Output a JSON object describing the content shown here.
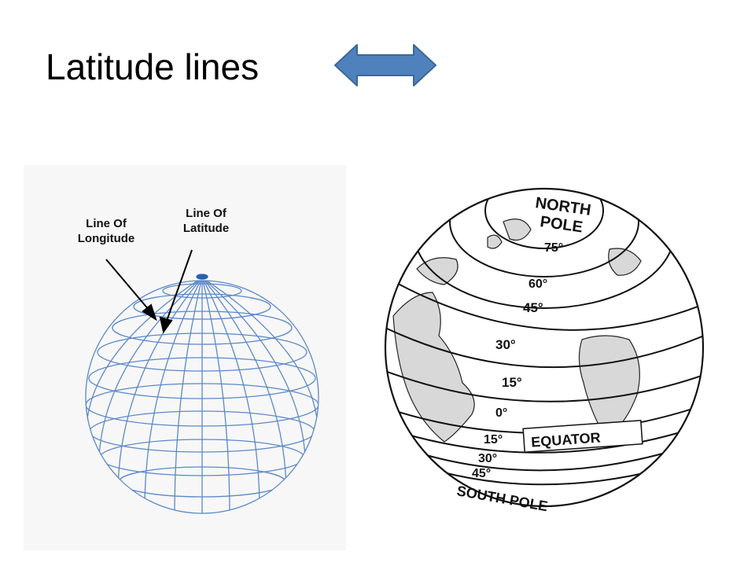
{
  "slide": {
    "title": "Latitude lines"
  },
  "arrow": {
    "icon": "double-headed-arrow-icon",
    "fill": "#4f81bd",
    "stroke": "#3a6796"
  },
  "left_globe": {
    "label_longitude": "Line Of Longitude",
    "label_latitude": "Line Of Latitude",
    "line_color": "#5b88c9"
  },
  "right_globe": {
    "north_pole_line1": "NORTH",
    "north_pole_line2": "POLE",
    "south_pole": "SOUTH POLE",
    "equator": "EQUATOR",
    "degree_labels": {
      "d75": "75°",
      "d60": "60°",
      "d45n": "45°",
      "d30n": "30°",
      "d15n": "15°",
      "d0": "0°",
      "d15s": "15°",
      "d30s": "30°",
      "d45s": "45°"
    }
  }
}
